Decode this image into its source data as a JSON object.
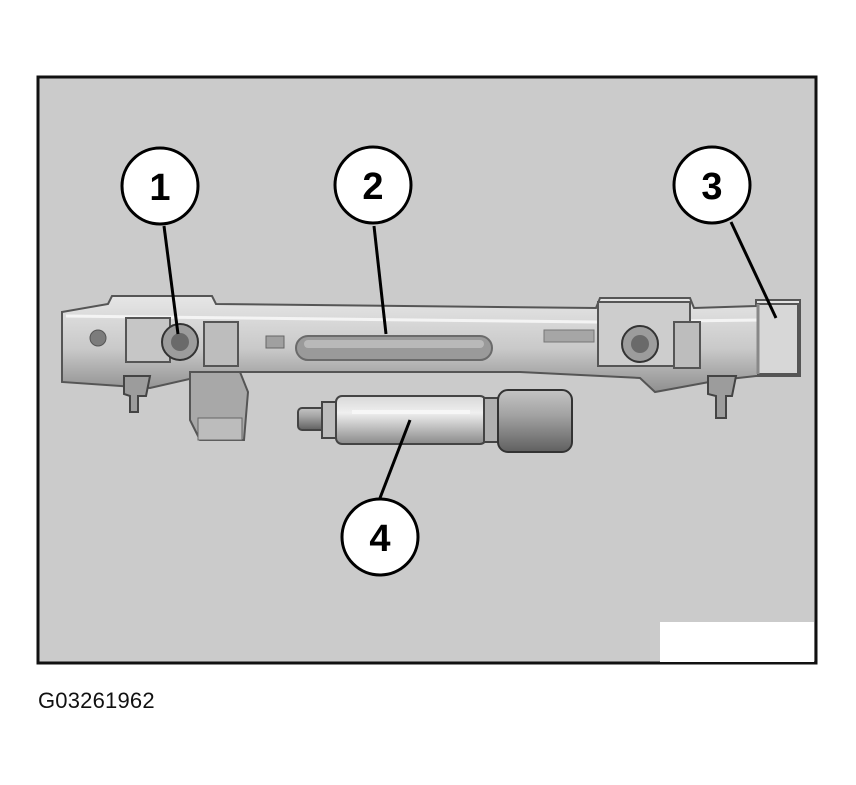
{
  "figure": {
    "code": "G03261962",
    "callouts": [
      {
        "id": "c1",
        "label": "1"
      },
      {
        "id": "c2",
        "label": "2"
      },
      {
        "id": "c3",
        "label": "3"
      },
      {
        "id": "c4",
        "label": "4"
      }
    ]
  },
  "colors": {
    "panel_background": "#cbcbcb",
    "panel_border": "#111111",
    "metal_light": "#dedede",
    "metal_mid": "#b4b4b4",
    "metal_dark": "#6e6e6e"
  }
}
